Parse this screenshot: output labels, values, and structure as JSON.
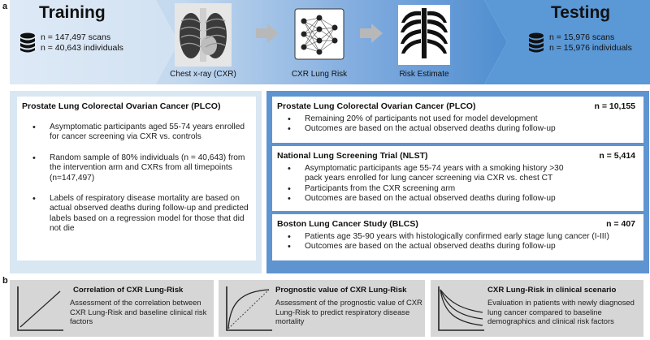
{
  "panel_a": {
    "letter": "a",
    "training": {
      "title": "Training",
      "scans": "n = 147,497 scans",
      "individuals": "n = 40,643 individuals"
    },
    "testing": {
      "title": "Testing",
      "scans": "n = 15,976 scans",
      "individuals": "n = 15,976 individuals"
    },
    "pipeline": [
      {
        "caption": "Chest x-ray (CXR)",
        "icon": "chest-xray-image"
      },
      {
        "caption": "CXR Lung Risk",
        "icon": "neural-network-icon"
      },
      {
        "caption": "Risk Estimate",
        "icon": "ribcage-icon"
      }
    ],
    "training_card": {
      "title": "Prostate Lung Colorectal Ovarian Cancer (PLCO)",
      "bullets": [
        "Asymptomatic participants aged 55-74 years enrolled for cancer screening via CXR vs. controls",
        "Random sample of 80% individuals (n = 40,643) from the intervention arm and CXRs from all timepoints (n=147,497)",
        "Labels of respiratory disease mortality are based on actual observed deaths during follow-up and predicted labels based on a regression model for those that did not die"
      ]
    },
    "testing_cards": [
      {
        "title": "Prostate Lung Colorectal Ovarian Cancer (PLCO)",
        "count": "n = 10,155",
        "bullets": [
          "Remaining 20% of participants not used for model development",
          "Outcomes are based on the actual observed deaths during follow-up"
        ]
      },
      {
        "title": "National Lung Screening Trial (NLST)",
        "count": "n = 5,414",
        "bullets": [
          "Asymptomatic participants age 55-74 years with a smoking history >30 pack years enrolled for lung cancer screening via CXR vs. chest CT",
          "Participants from the CXR screening arm",
          "Outcomes are based on the actual observed deaths during follow-up"
        ]
      },
      {
        "title": "Boston Lung Cancer Study (BLCS)",
        "count": "n = 407",
        "bullets": [
          "Patients age 35-90 years with histologically confirmed early stage lung cancer (I-III)",
          "Outcomes are based on the actual observed deaths during follow-up"
        ]
      }
    ],
    "colors": {
      "banner_light": "#dde9f5",
      "banner_dark": "#4f8ed0",
      "testing_panel": "#5e95d0",
      "training_panel": "#d9e7f3",
      "arrow": "#b8b8b8"
    }
  },
  "panel_b": {
    "letter": "b",
    "boxes": [
      {
        "title": "Correlation of CXR Lung-Risk",
        "text": "Assessment of the correlation between CXR Lung-Risk and baseline clinical risk factors",
        "icon": "line-plot-icon"
      },
      {
        "title": "Prognostic value of CXR Lung-Risk",
        "text": "Assessment of the prognostic value of CXR Lung-Risk to predict respiratory disease mortality",
        "icon": "roc-curve-icon"
      },
      {
        "title": "CXR Lung-Risk in clinical scenario",
        "text": "Evaluation in patients with newly diagnosed lung cancer compared to baseline demographics and clinical risk factors",
        "icon": "survival-curve-icon"
      }
    ],
    "box_color": "#d6d6d6"
  }
}
